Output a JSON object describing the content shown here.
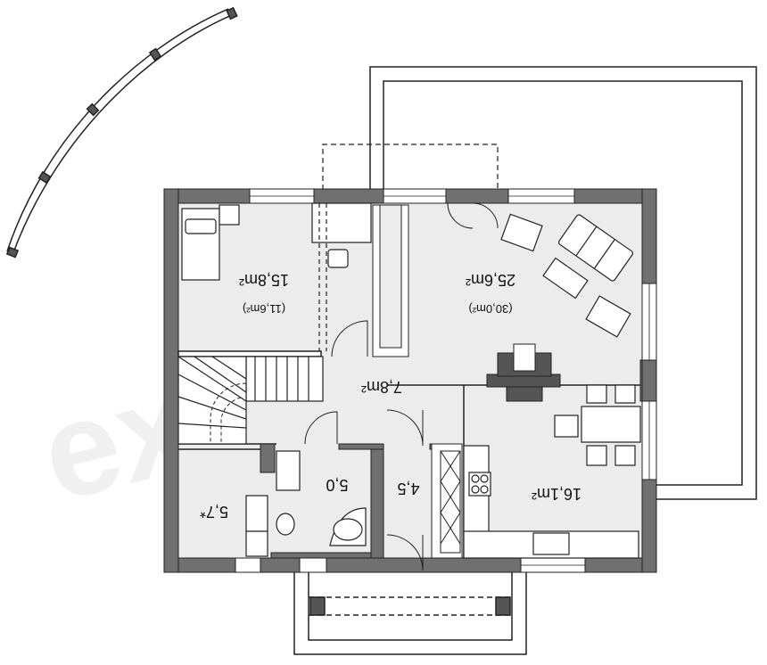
{
  "colors": {
    "wall": "#6f6f6f",
    "wall_dark": "#555555",
    "floor": "#ececec",
    "line": "#222222",
    "furniture": "#ffffff",
    "watermark": "#e9e9e9"
  },
  "watermark": "extradom",
  "rooms": [
    {
      "id": "bedroom",
      "area": "15,8m²",
      "sub": "(11,6m²)"
    },
    {
      "id": "living",
      "area": "25,6m²",
      "sub": "(30,0m²)"
    },
    {
      "id": "hall",
      "area": "7,8m²"
    },
    {
      "id": "boiler",
      "area": "5,7*"
    },
    {
      "id": "bath",
      "area": "5,0"
    },
    {
      "id": "vestibule",
      "area": "4,5"
    },
    {
      "id": "kitchen",
      "area": "16,1m²"
    }
  ]
}
